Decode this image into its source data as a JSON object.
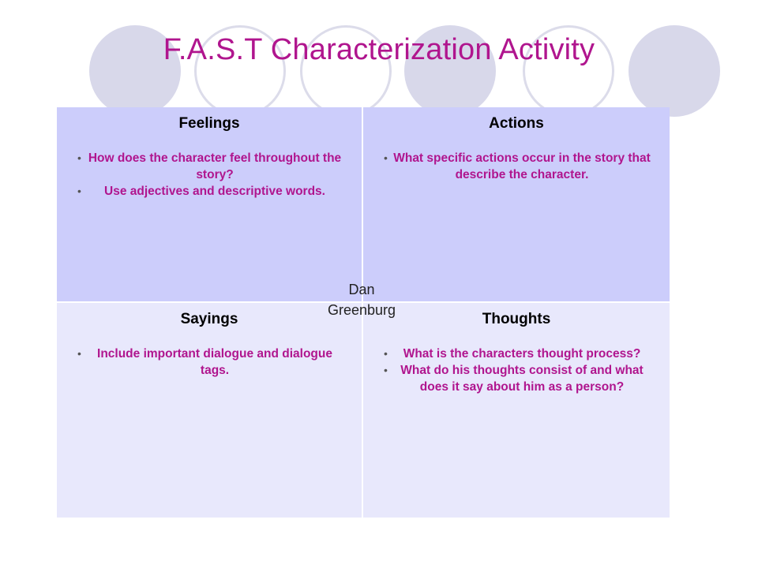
{
  "slide": {
    "title": "F.A.S.T Characterization Activity",
    "author": {
      "line1": "Dan",
      "line2": "Greenburg"
    },
    "colors": {
      "title": "#b0158e",
      "top_cells": "#cccdfb",
      "bottom_cells": "#e8e8fc",
      "decor_circles": "#d8d8ea"
    },
    "quadrants": {
      "feelings": {
        "heading": "Feelings",
        "bullets": [
          "How does the character feel throughout the story?",
          "Use adjectives and descriptive words."
        ]
      },
      "actions": {
        "heading": "Actions",
        "bullets": [
          "What specific actions occur in the story that describe the character."
        ]
      },
      "sayings": {
        "heading": "Sayings",
        "bullets": [
          "Include important dialogue and dialogue tags."
        ]
      },
      "thoughts": {
        "heading": "Thoughts",
        "bullets": [
          "What is the characters thought process?",
          "What do his thoughts consist of and what does it say about him as a person?"
        ]
      }
    }
  }
}
